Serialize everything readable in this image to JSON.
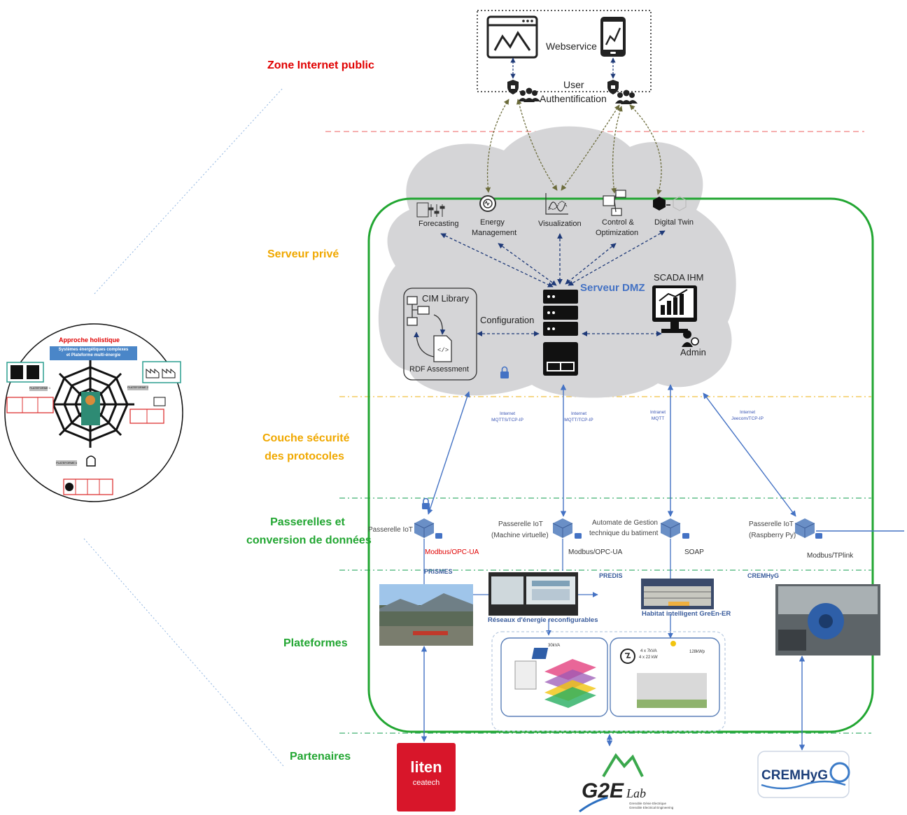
{
  "zones": {
    "internet": "Zone Internet public",
    "private_server": "Serveur privé",
    "security": [
      "Couche sécurité",
      "des protocoles"
    ],
    "gateways": [
      "Passerelles et",
      "conversion de données"
    ],
    "platforms": "Plateformes",
    "partners": "Partenaires"
  },
  "top": {
    "webservice": "Webservice",
    "user_auth": [
      "User",
      "Authentification"
    ]
  },
  "modules": {
    "forecasting": "Forecasting",
    "energy_management": [
      "Energy",
      "Management"
    ],
    "visualization": "Visualization",
    "control": [
      "Control &",
      "Optimization"
    ],
    "digital_twin": "Digital Twin"
  },
  "server": {
    "dmz": "Serveur DMZ",
    "scada": "SCADA IHM",
    "admin": "Admin",
    "cim_library": "CIM Library",
    "rdf": "RDF Assessment",
    "configuration": "Configuration"
  },
  "protocols": [
    [
      "Internet",
      "MQTTS/TCP-IP"
    ],
    [
      "Internet",
      "MQTT/TCP-IP"
    ],
    [
      "Intranet",
      "MQTT"
    ],
    [
      "Internet",
      "Jeecom/TCP-IP"
    ]
  ],
  "gateways": {
    "g1": "Passerelle IoT",
    "g2": [
      "Passerelle IoT",
      "(Machine virtuelle)"
    ],
    "g3": [
      "Automate de Gestion",
      "technique du batiment"
    ],
    "g4": [
      "Passerelle IoT",
      "(Raspberry Py)"
    ],
    "p1": "Modbus/OPC-UA",
    "p2": "Modbus/OPC-UA",
    "p3": "SOAP",
    "p4": "Modbus/TPlink"
  },
  "platforms": {
    "prismes": "PRISMES",
    "predis": "PREDIS",
    "cremhyg": "CREMHyG",
    "reseaux": "Réseaux d'énergie reconfigurables",
    "habitat": "Habitat intelligent GreEn-ER",
    "kva": "30kVA",
    "ev": [
      "4 x 7kVA",
      "4 x 22 kW"
    ],
    "pv": "128kWp"
  },
  "partners": {
    "liten": "liten",
    "ceatech": "ceatech",
    "g2elab": "G2Elab",
    "g2elab_sub": [
      "Grenoble Génie Electrique",
      "Grenoble Electrical Engineering"
    ],
    "cremhyg": "CREMHyG"
  },
  "inset": {
    "title": "Approche holistique",
    "box": [
      "Systèmes énergétiques complexes",
      "et Plateforme multi-énergie"
    ],
    "p1": "PLATEFORME 1",
    "p2": "PLATEFORME 2",
    "pn": "PLATEFORME n"
  },
  "colors": {
    "internet_zone": "#e00000",
    "private_zone": "#f0a800",
    "green_zone": "#22a632",
    "arrow_blue": "#4472c4",
    "dmz_blue": "#4472c4",
    "cloud": "#d5d5d7"
  }
}
